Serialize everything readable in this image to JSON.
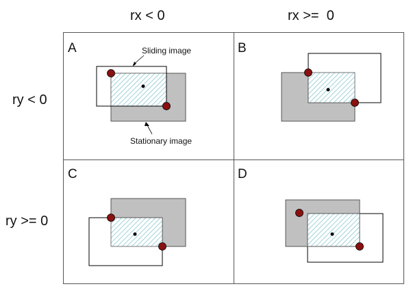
{
  "columns": {
    "left": "rx < 0",
    "right": "rx >=  0"
  },
  "rows": {
    "top": "ry < 0",
    "bottom": "ry >= 0"
  },
  "panels": {
    "a": "A",
    "b": "B",
    "c": "C",
    "d": "D"
  },
  "labels": {
    "sliding": "Sliding image",
    "stationary": "Stationary image"
  },
  "colors": {
    "stationary_fill": "#c0c0c0",
    "overlap_hatch": "#9fd2d8",
    "corner_marker": "#8b1010",
    "outline": "#000000"
  }
}
